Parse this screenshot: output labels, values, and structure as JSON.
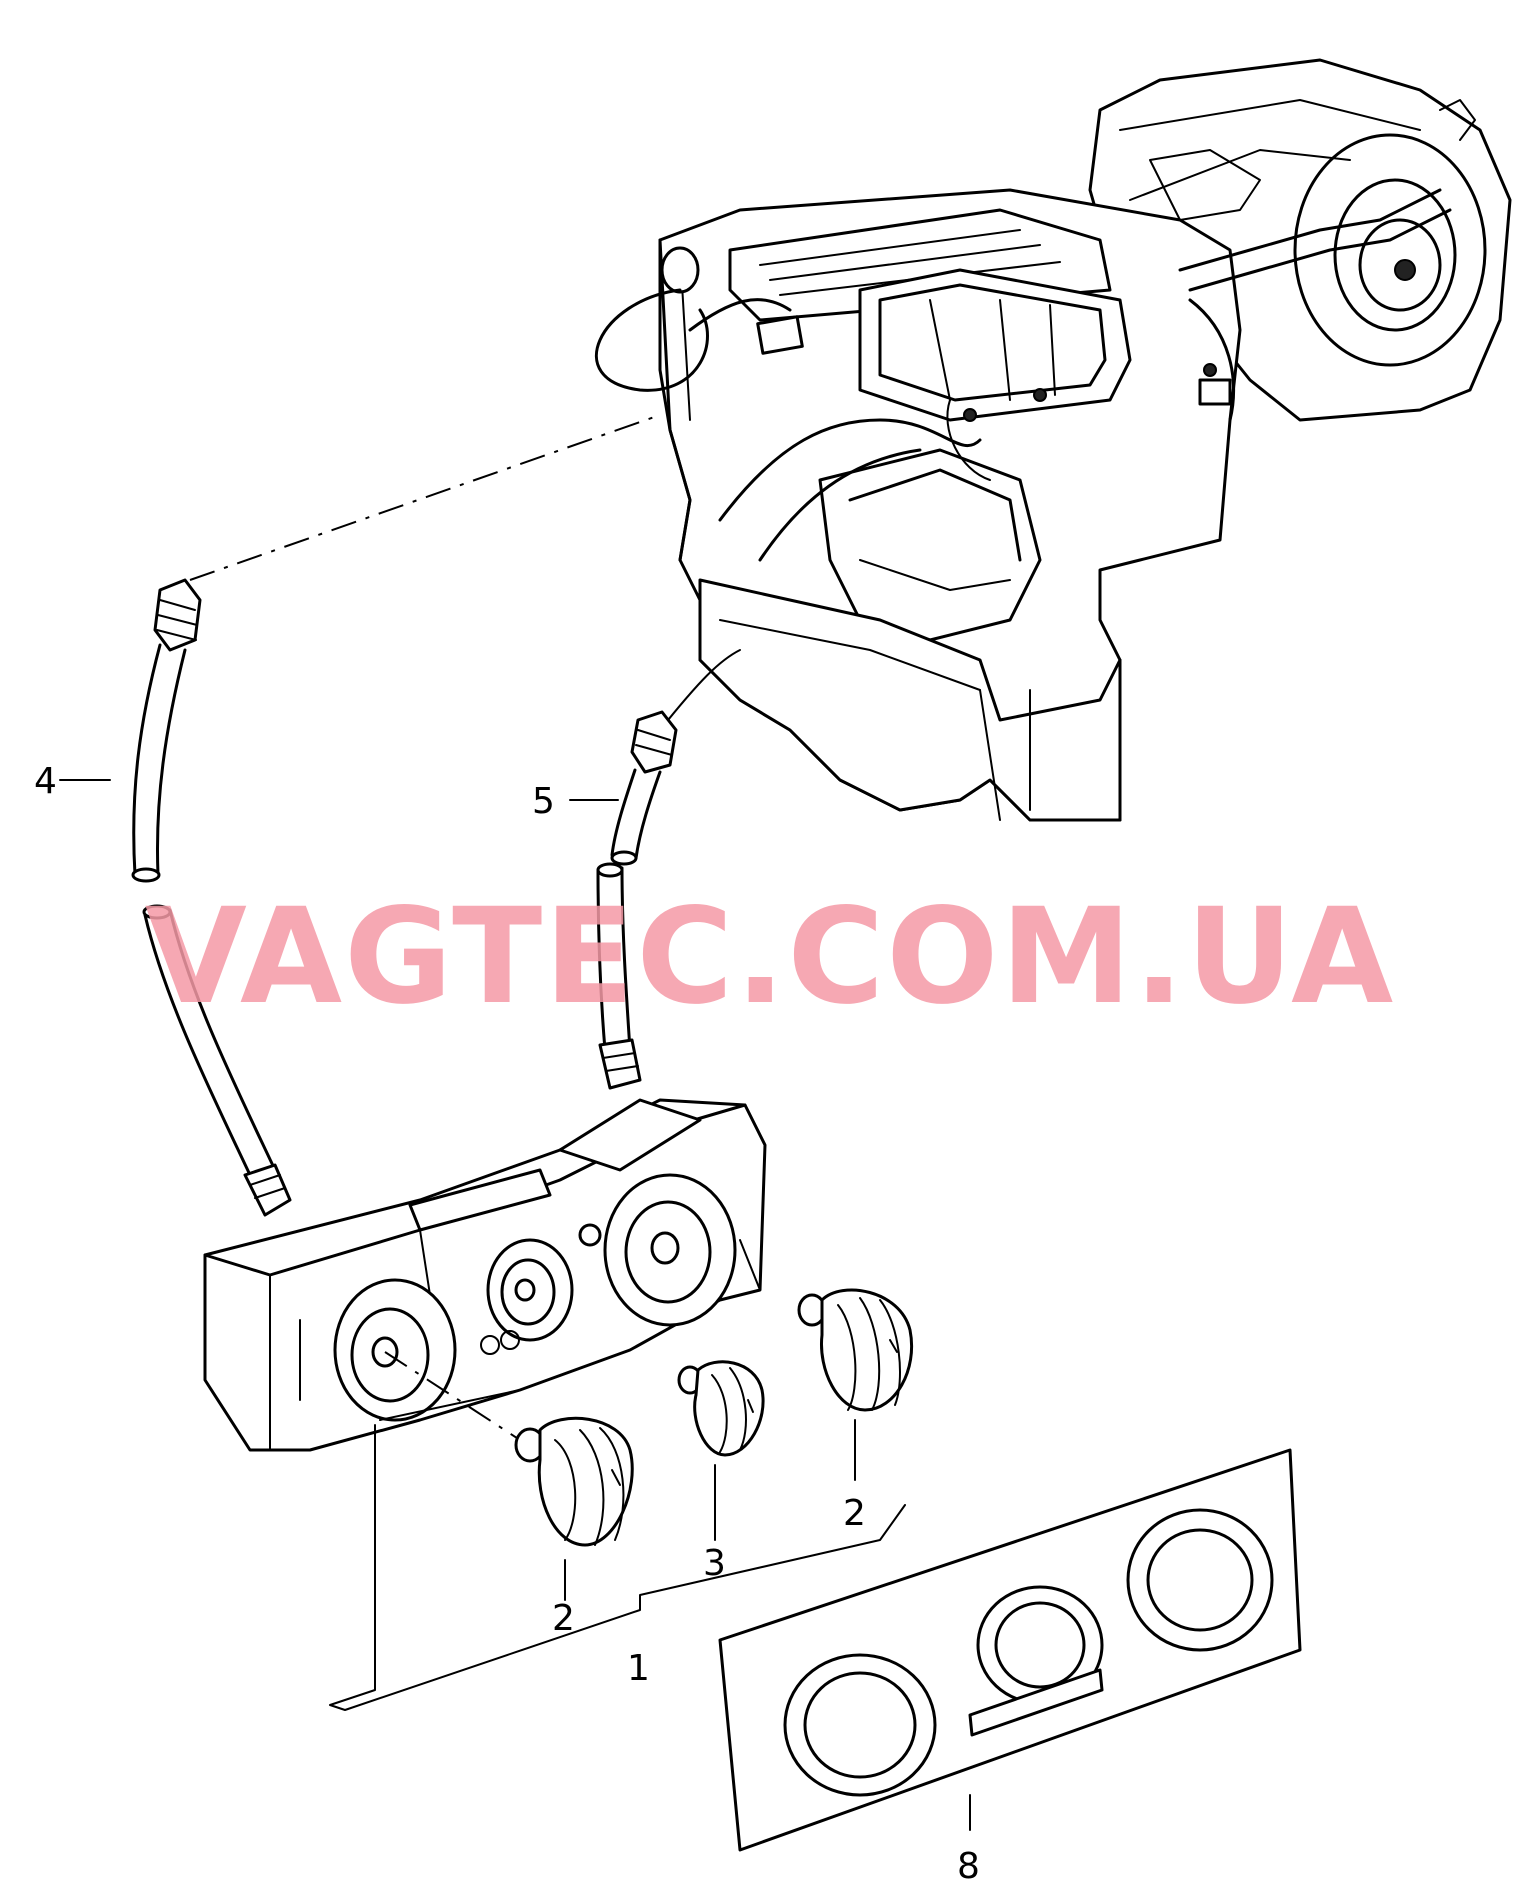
{
  "watermark": "VAGTEC.COM.UA",
  "callouts": {
    "p1": "1",
    "p2a": "2",
    "p2b": "2",
    "p3": "3",
    "p4": "4",
    "p5": "5",
    "p8": "8"
  }
}
